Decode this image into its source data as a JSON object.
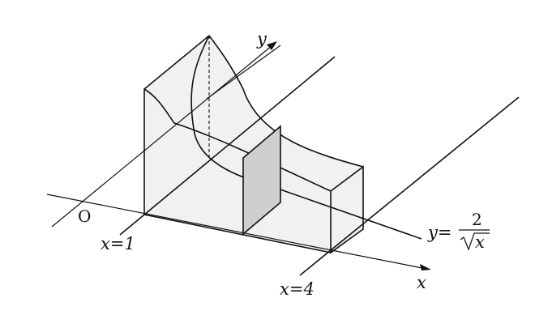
{
  "labels": {
    "origin": "O",
    "x_axis": "x",
    "y_axis": "y",
    "x_equals_1": "x=1",
    "x_equals_4": "x=4",
    "curve_lhs": "y=",
    "curve_numerator": "2",
    "curve_radicand": "x"
  },
  "colors": {
    "solid_face": "#f1f1f1",
    "cross_section": "#cfcfcf",
    "ink": "#111111"
  }
}
